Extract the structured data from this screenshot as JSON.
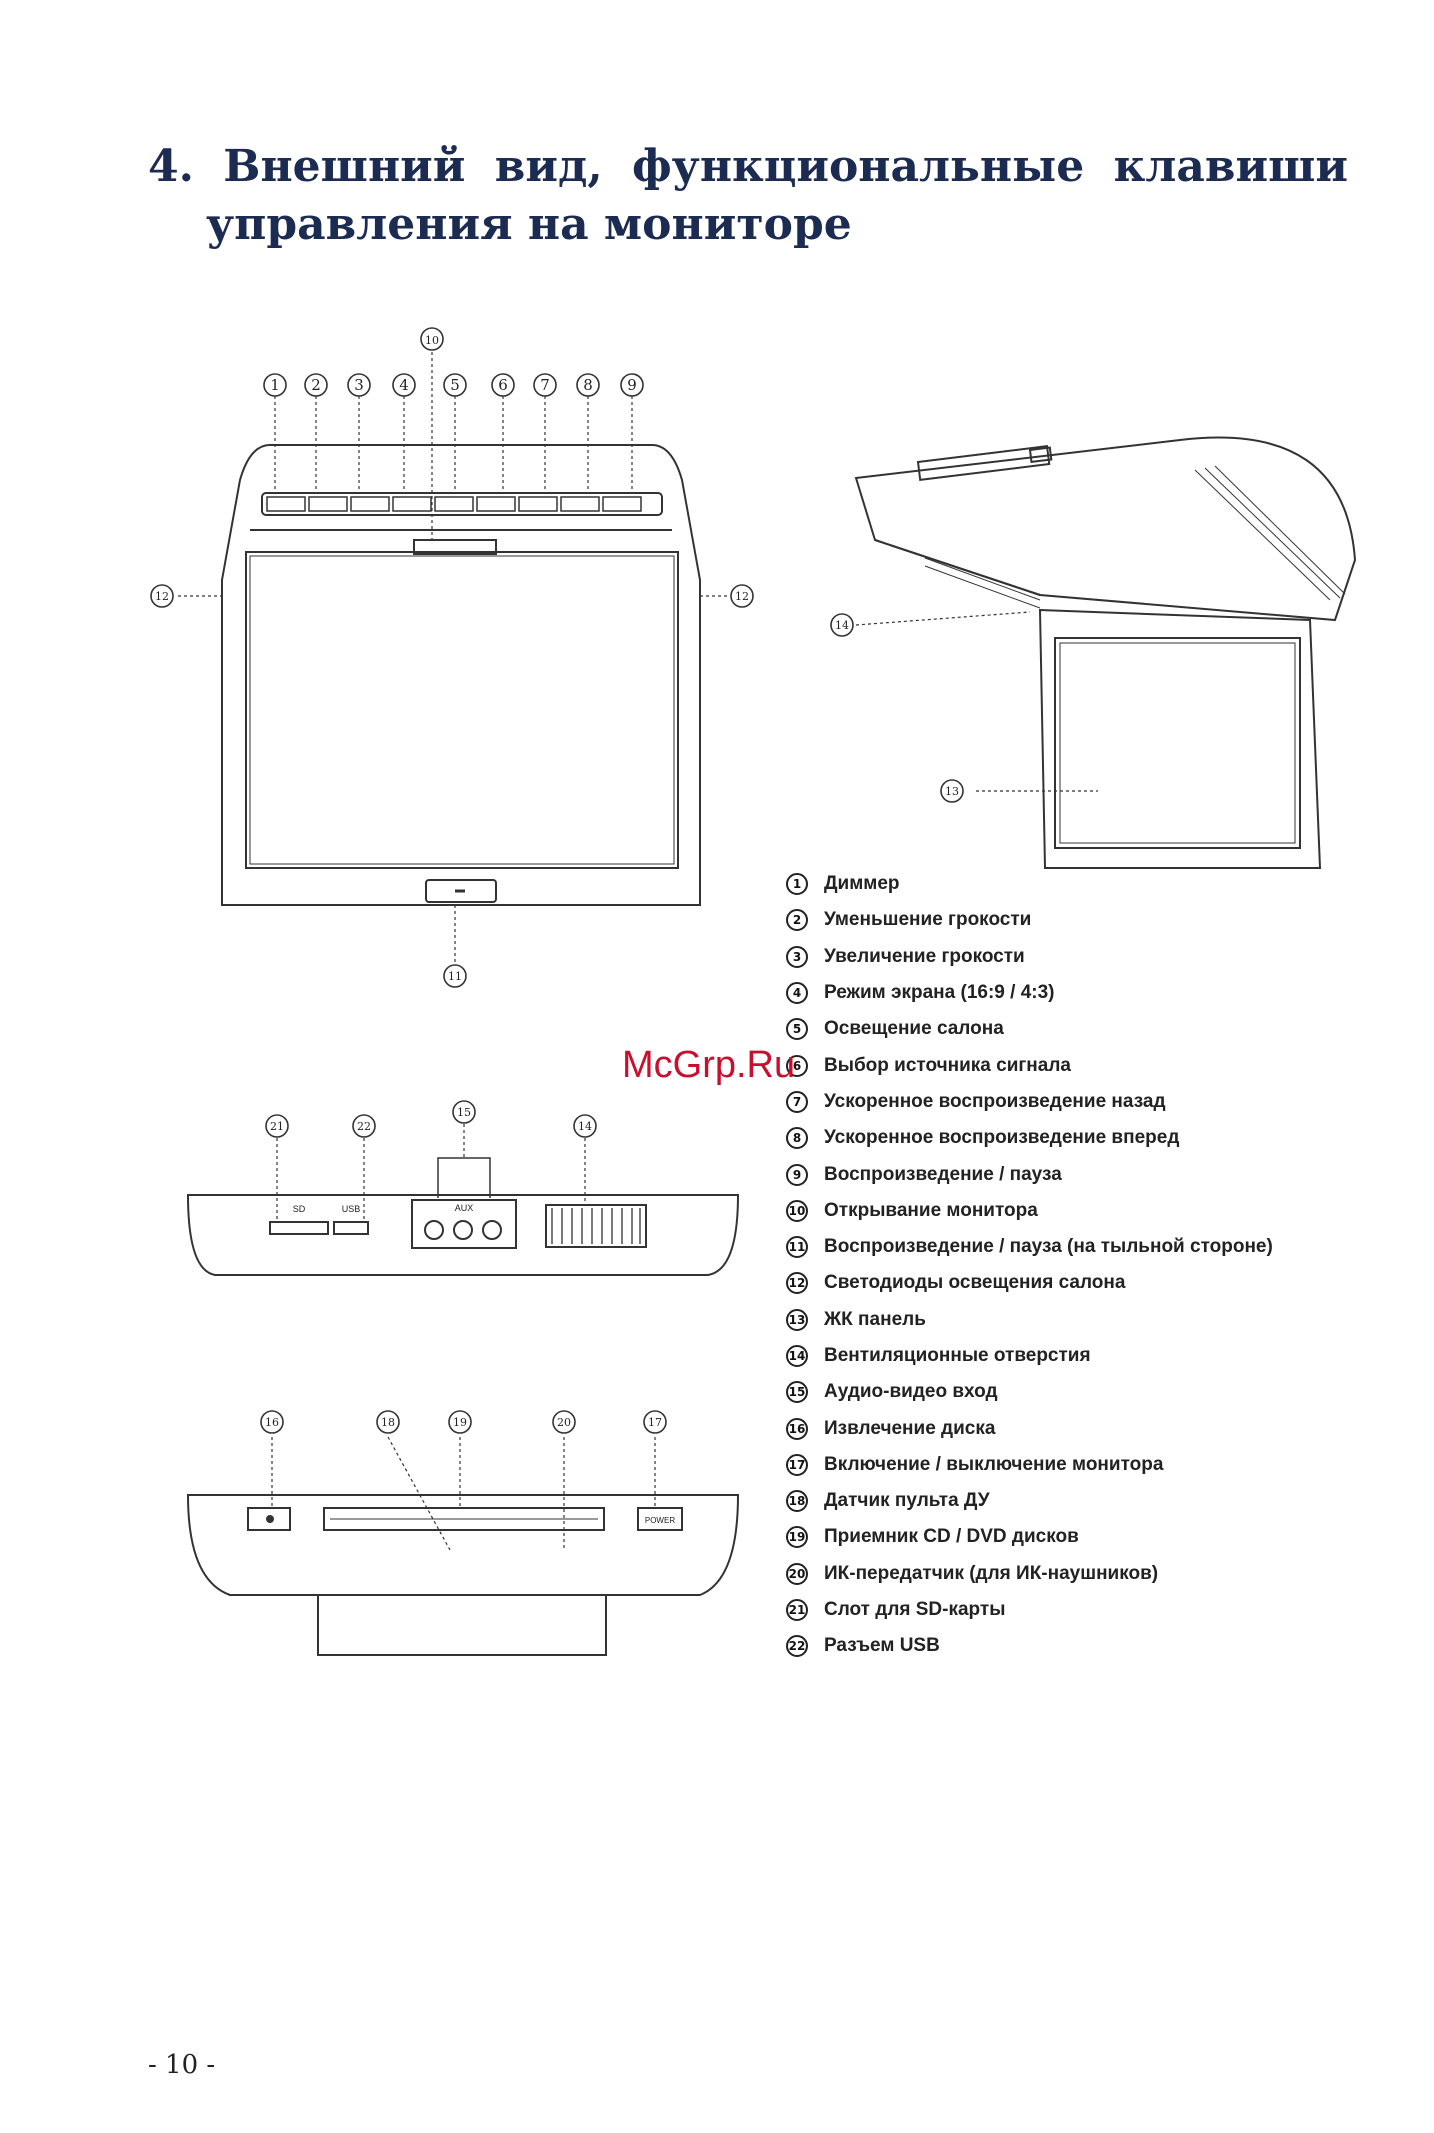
{
  "heading": {
    "number": "4.",
    "line1_words": [
      "Внешний",
      "вид,",
      "функциональные",
      "клавиши"
    ],
    "line2": "управления на мониторе"
  },
  "diagram_labels": {
    "aux": "AUX",
    "sd": "SD",
    "usb": "USB",
    "power": "POWER"
  },
  "legend": [
    {
      "num": "1",
      "text": "Диммер"
    },
    {
      "num": "2",
      "text": "Уменьшение грокости"
    },
    {
      "num": "3",
      "text": "Увеличение грокости"
    },
    {
      "num": "4",
      "text": "Режим экрана (16:9 / 4:3)"
    },
    {
      "num": "5",
      "text": "Освещение салона"
    },
    {
      "num": "6",
      "text": "Выбор источника сигнала"
    },
    {
      "num": "7",
      "text": "Ускоренное воспроизведение назад"
    },
    {
      "num": "8",
      "text": "Ускоренное воспроизведение вперед"
    },
    {
      "num": "9",
      "text": "Воспроизведение / пауза"
    },
    {
      "num": "10",
      "text": "Открывание монитора"
    },
    {
      "num": "11",
      "text": "Воспроизведение / пауза (на тыльной стороне)"
    },
    {
      "num": "12",
      "text": "Светодиоды освещения салона"
    },
    {
      "num": "13",
      "text": "ЖК панель"
    },
    {
      "num": "14",
      "text": "Вентиляционные отверстия"
    },
    {
      "num": "15",
      "text": "Аудио-видео вход"
    },
    {
      "num": "16",
      "text": "Извлечение диска"
    },
    {
      "num": "17",
      "text": "Включение / выключение монитора"
    },
    {
      "num": "18",
      "text": "Датчик пульта ДУ"
    },
    {
      "num": "19",
      "text": "Приемник CD / DVD дисков"
    },
    {
      "num": "20",
      "text": "ИК-передатчик (для ИК-наушников)"
    },
    {
      "num": "21",
      "text": "Слот для SD-карты"
    },
    {
      "num": "22",
      "text": "Разъем USB"
    }
  ],
  "watermark": "McGrp.Ru",
  "page_number": "- 10 -",
  "colors": {
    "heading": "#1c2b52",
    "watermark": "#c8102e",
    "line": "#333333"
  }
}
